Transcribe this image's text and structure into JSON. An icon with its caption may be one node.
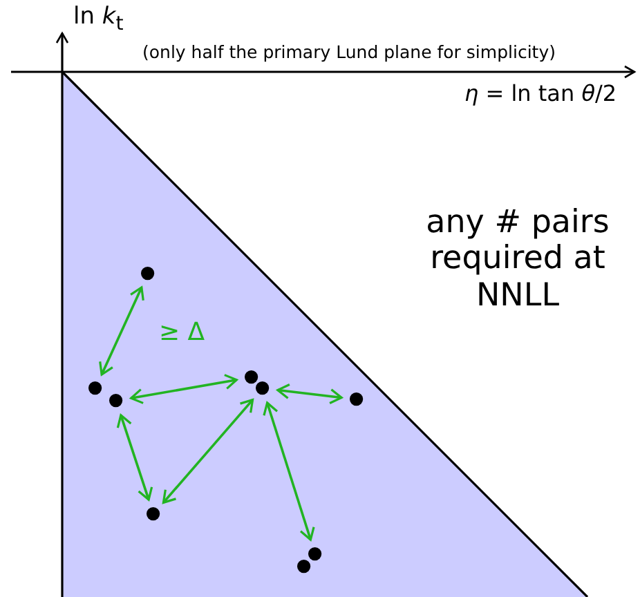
{
  "diagram": {
    "nodes": [
      {
        "text": [],
        "shape": "circle"
      },
      {
        "text": [],
        "shape": "circle"
      },
      {
        "text": [],
        "shape": "circle"
      },
      {
        "text": [],
        "shape": "circle"
      },
      {
        "text": [],
        "shape": "circle"
      },
      {
        "text": [],
        "shape": "circle"
      }
    ],
    "edges": [
      {
        "from": 0,
        "to": 1,
        "arrow": "both",
        "label": "≥ Δ"
      },
      {
        "from": 1,
        "to": 2,
        "arrow": "both"
      },
      {
        "from": 2,
        "to": 3,
        "arrow": "both"
      },
      {
        "from": 1,
        "to": 4,
        "arrow": "both"
      },
      {
        "from": 2,
        "to": 4,
        "arrow": "both"
      },
      {
        "from": 2,
        "to": 5,
        "arrow": "both"
      }
    ],
    "labels": [
      "ln *k*$_{t}$",
      "(only half the primary Lund plane for simplicity)",
      "*η* = ln tan *θ*/2",
      "any # pairs required at NNLL"
    ]
  }
}
